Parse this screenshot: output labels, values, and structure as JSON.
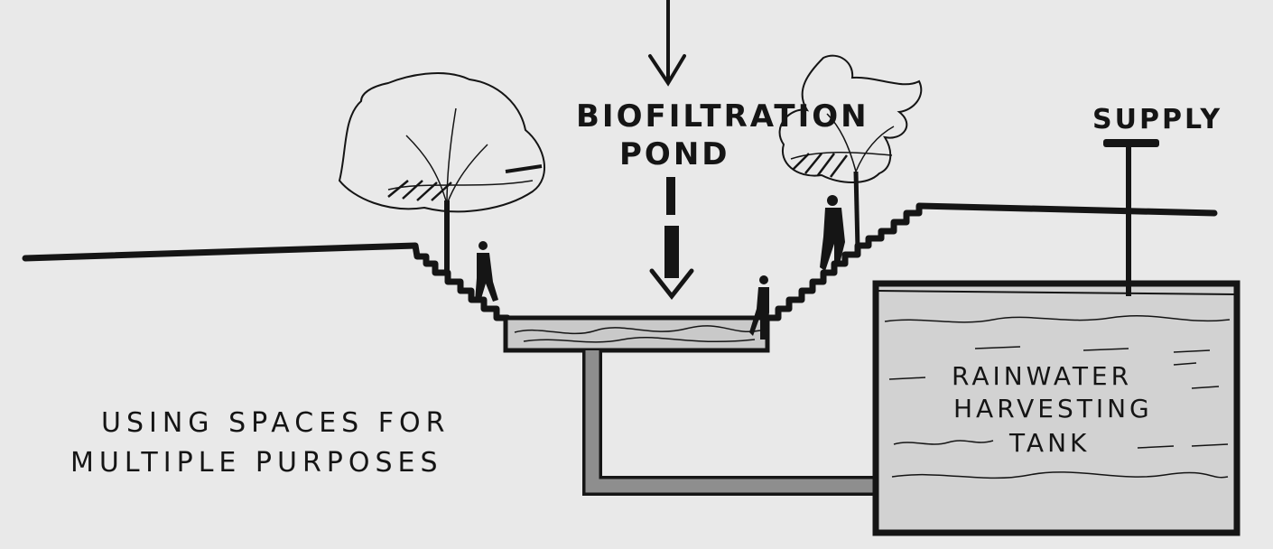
{
  "labels": {
    "pond_line1": "BIOFILTRATION",
    "pond_line2": "POND",
    "supply": "SUPPLY",
    "tank_line1": "RAINWATER",
    "tank_line2": "HARVESTING",
    "tank_line3": "TANK",
    "caption_line1": "USING SPACES FOR",
    "caption_line2": "MULTIPLE PURPOSES"
  },
  "colors": {
    "paper": "#e9e9e9",
    "ink": "#151515",
    "water": "#c9c9c9",
    "pipe": "#8e8e8e"
  }
}
